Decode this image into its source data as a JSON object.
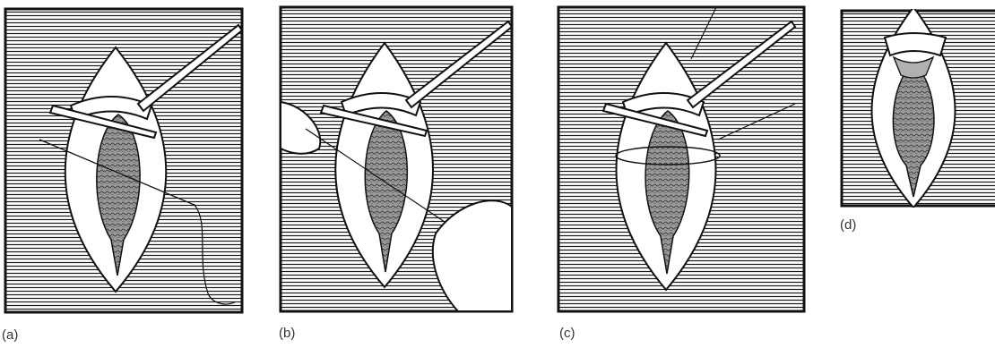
{
  "figure": {
    "panels": [
      {
        "id": "a",
        "label": "(a)"
      },
      {
        "id": "b",
        "label": "(b)"
      },
      {
        "id": "c",
        "label": "(c)"
      },
      {
        "id": "d",
        "label": "(d)"
      }
    ]
  }
}
